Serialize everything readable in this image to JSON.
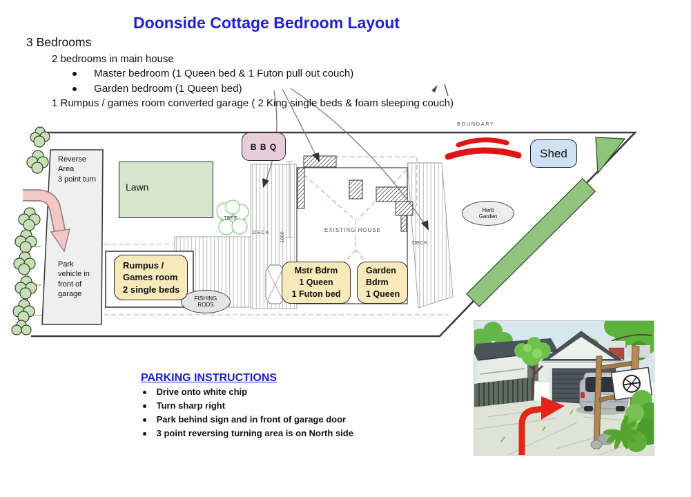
{
  "header": {
    "title": "Doonside Cottage Bedroom Layout",
    "bedrooms_heading": "3 Bedrooms",
    "main_house_line": "2 bedrooms in main house",
    "bullet_1": "Master bedroom (1 Queen bed & 1 Futon pull out couch)",
    "bullet_2": "Garden bedroom (1 Queen bed)",
    "rumpus_line": "1 Rumpus / games room converted garage ( 2 King single beds & foam sleeping couch)"
  },
  "plan": {
    "boundary_label": "BOUNDARY",
    "reverse_area_label": "Reverse\nArea\n3 point turn",
    "park_label": "Park\nvehicle in\nfront of\ngarage",
    "lawn_label": "Lawn",
    "tree_label": "TREE",
    "bbq_label": "B B Q",
    "shed_label": "Shed",
    "deck_left_label": "DECK",
    "deck_right_label": "DECK",
    "existing_house_label": "EXISTING HOUSE",
    "dimension_label": "1600",
    "herb_garden_label": "Herb\nGarden",
    "fishing_rods_label": "FISHING\nRODS",
    "rumpus_box_label": "Rumpus /\nGames room\n2 single beds",
    "master_box_label": "Mstr Bdrm\n1 Queen\n1 Futon bed",
    "garden_box_label": "Garden\nBdrm\n1 Queen"
  },
  "parking": {
    "heading": "PARKING INSTRUCTIONS",
    "bullets": [
      "Drive onto white chip",
      "Turn sharp right",
      "Park behind sign and in front of garage door",
      "3 point reversing turning area is on North side"
    ]
  },
  "colors": {
    "title_blue": "#2020cd",
    "parking_blue": "#1d1dd8",
    "lawn_green": "#d7e7cd",
    "tree_green": "#c6e2b5",
    "driveway_bar_green": "#93c47d",
    "bbq_pink": "#e9ccd9",
    "shed_blue": "#cfe2f3",
    "label_box_yellow": "#f8e9bb",
    "reverse_area_gray": "#efefef",
    "arrow_pink": "#f2c7c7",
    "accent_red": "#e01414",
    "photo_arrow_red": "#e32619"
  }
}
